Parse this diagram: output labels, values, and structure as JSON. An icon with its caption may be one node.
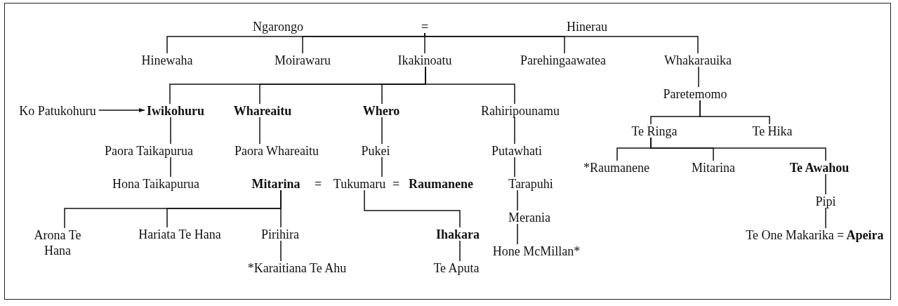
{
  "diagram": {
    "nodes": [
      {
        "text": [
          "Ngarongo"
        ]
      },
      {
        "text": [
          "="
        ]
      },
      {
        "text": [
          "Hinerau"
        ]
      },
      {
        "text": [
          "Hinewaha"
        ]
      },
      {
        "text": [
          "Moirawaru"
        ]
      },
      {
        "text": [
          "Ikakinoatu"
        ]
      },
      {
        "text": [
          "Parehingaawatea"
        ]
      },
      {
        "text": [
          "Whakarauika"
        ]
      },
      {
        "text": [
          "Ko Patukohuru"
        ]
      },
      {
        "text": [
          "Iwikohuru"
        ]
      },
      {
        "text": [
          "Whareaitu"
        ]
      },
      {
        "text": [
          "Whero"
        ]
      },
      {
        "text": [
          "Rahiripounamu"
        ]
      },
      {
        "text": [
          "Paretemomo"
        ]
      },
      {
        "text": [
          "Te Ringa"
        ]
      },
      {
        "text": [
          "Te Hika"
        ]
      },
      {
        "text": [
          "*Raumanene"
        ]
      },
      {
        "text": [
          "Mitarina"
        ]
      },
      {
        "text": [
          "Te Awahou"
        ]
      },
      {
        "text": [
          "Paora Taikapurua"
        ]
      },
      {
        "text": [
          "Paora Whareaitu"
        ]
      },
      {
        "text": [
          "Pukei"
        ]
      },
      {
        "text": [
          "Putawhati"
        ]
      },
      {
        "text": [
          "Hona Taikapurua"
        ]
      },
      {
        "text": [
          "Mitarina"
        ]
      },
      {
        "text": [
          "Tukumaru"
        ]
      },
      {
        "text": [
          "Raumanene"
        ]
      },
      {
        "text": [
          "Tarapuhi"
        ]
      },
      {
        "text": [
          "Pipi"
        ]
      },
      {
        "text": [
          "Arona Te Hana"
        ]
      },
      {
        "text": [
          "Hariata Te Hana"
        ]
      },
      {
        "text": [
          "Pirihira"
        ]
      },
      {
        "text": [
          "Ihakara"
        ]
      },
      {
        "text": [
          "Merania"
        ]
      },
      {
        "text": [
          "Te One Makarika"
        ]
      },
      {
        "text": [
          "Apeira"
        ]
      },
      {
        "text": [
          "*Karaitiana Te Ahu"
        ]
      },
      {
        "text": [
          "Te Aputa"
        ]
      },
      {
        "text": [
          "Hone McMillan*"
        ]
      }
    ],
    "edges": [
      {
        "from": 1,
        "to": 3,
        "arrow": "none"
      },
      {
        "from": 1,
        "to": 4,
        "arrow": "none"
      },
      {
        "from": 1,
        "to": 5,
        "arrow": "none"
      },
      {
        "from": 1,
        "to": 6,
        "arrow": "none"
      },
      {
        "from": 1,
        "to": 7,
        "arrow": "none"
      },
      {
        "from": 5,
        "to": 9,
        "arrow": "none"
      },
      {
        "from": 5,
        "to": 10,
        "arrow": "none"
      },
      {
        "from": 5,
        "to": 11,
        "arrow": "none"
      },
      {
        "from": 5,
        "to": 12,
        "arrow": "none"
      },
      {
        "from": 8,
        "to": 9,
        "arrow": "to"
      },
      {
        "from": 9,
        "to": 19,
        "arrow": "none"
      },
      {
        "from": 19,
        "to": 23,
        "arrow": "none"
      },
      {
        "from": 10,
        "to": 20,
        "arrow": "none"
      },
      {
        "from": 11,
        "to": 21,
        "arrow": "none"
      },
      {
        "from": 21,
        "to": 25,
        "arrow": "none"
      },
      {
        "from": 12,
        "to": 22,
        "arrow": "none"
      },
      {
        "from": 22,
        "to": 27,
        "arrow": "none"
      },
      {
        "from": 27,
        "to": 33,
        "arrow": "none"
      },
      {
        "from": 33,
        "to": 38,
        "arrow": "none"
      },
      {
        "from": 7,
        "to": 13,
        "arrow": "none"
      },
      {
        "from": 13,
        "to": 14,
        "arrow": "none"
      },
      {
        "from": 13,
        "to": 15,
        "arrow": "none"
      },
      {
        "from": 14,
        "to": 16,
        "arrow": "none"
      },
      {
        "from": 14,
        "to": 17,
        "arrow": "none"
      },
      {
        "from": 14,
        "to": 18,
        "arrow": "none"
      },
      {
        "from": 18,
        "to": 28,
        "arrow": "none"
      },
      {
        "from": 28,
        "to": 34,
        "arrow": "none"
      },
      {
        "from": 24,
        "to": 29,
        "arrow": "none"
      },
      {
        "from": 24,
        "to": 30,
        "arrow": "none"
      },
      {
        "from": 24,
        "to": 31,
        "arrow": "none"
      },
      {
        "from": 31,
        "to": 36,
        "arrow": "none"
      },
      {
        "from": 25,
        "to": 32,
        "arrow": "none"
      },
      {
        "from": 32,
        "to": 37,
        "arrow": "none"
      }
    ],
    "labels": [
      "=",
      "=",
      "="
    ]
  }
}
